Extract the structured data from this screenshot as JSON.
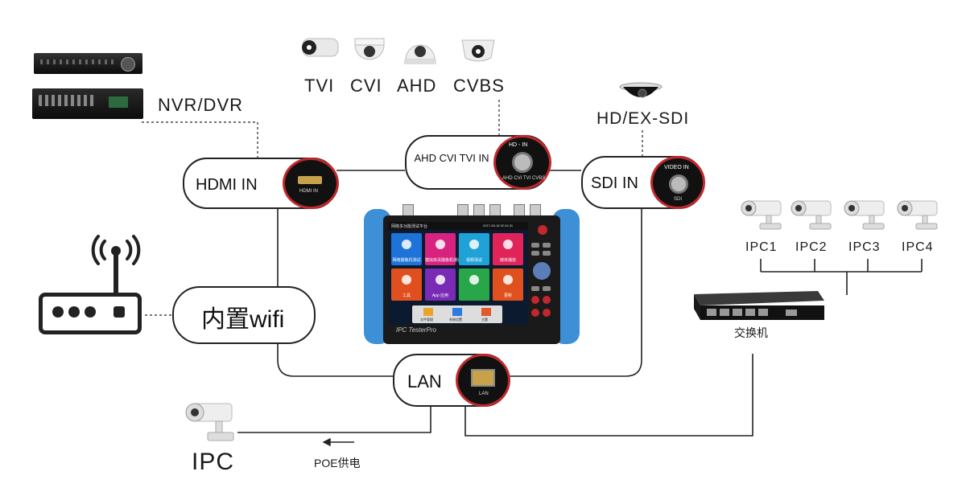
{
  "cameras_top": {
    "labels": [
      "TVI",
      "CVI",
      "AHD",
      "CVBS"
    ],
    "sdi_label": "HD/EX-SDI"
  },
  "recorder": {
    "label": "NVR/DVR"
  },
  "boxes": {
    "hdmi_label": "HDMI IN",
    "analog_label": "AHD CVI TVI IN",
    "sdi_label": "SDI IN",
    "wifi_label": "内置wifi",
    "lan_label": "LAN"
  },
  "ports": {
    "hdmi_sub": "HDMI IN",
    "analog_sub_top": "HD - IN",
    "analog_sub_bottom": "AHD CVI TVI CVBS",
    "sdi_sub_top": "VIDEO IN",
    "sdi_sub_bottom": "SDI",
    "lan_sub": "LAN"
  },
  "device": {
    "brand": "IPC TesterPro",
    "header_title": "网络多功能测试平台",
    "header_time": "2017-08-18 02:34:31",
    "tiles": [
      {
        "label": "网络摄像机测试",
        "color": "#1e73d8"
      },
      {
        "label": "模拟高清摄像机测试",
        "color": "#d8227f"
      },
      {
        "label": "视频测试",
        "color": "#1fa2d8"
      },
      {
        "label": "媒体播放",
        "color": "#e0245a"
      },
      {
        "label": "工具",
        "color": "#e0501e"
      },
      {
        "label": "App 应用",
        "color": "#7a2bb5"
      },
      {
        "label": "",
        "color": "#2aa64a"
      },
      {
        "label": "更新",
        "color": "#e0501e"
      }
    ],
    "dock": [
      "文件管理",
      "系统设置",
      "主题"
    ]
  },
  "ipcs": {
    "labels": [
      "IPC1",
      "IPC2",
      "IPC3",
      "IPC4"
    ]
  },
  "switch": {
    "label": "交换机"
  },
  "poe": {
    "ipc_label": "IPC",
    "poe_label": "POE供电"
  },
  "colors": {
    "accent_red": "#c0282d",
    "device_blue": "#3d8fd6",
    "line": "#222222"
  }
}
